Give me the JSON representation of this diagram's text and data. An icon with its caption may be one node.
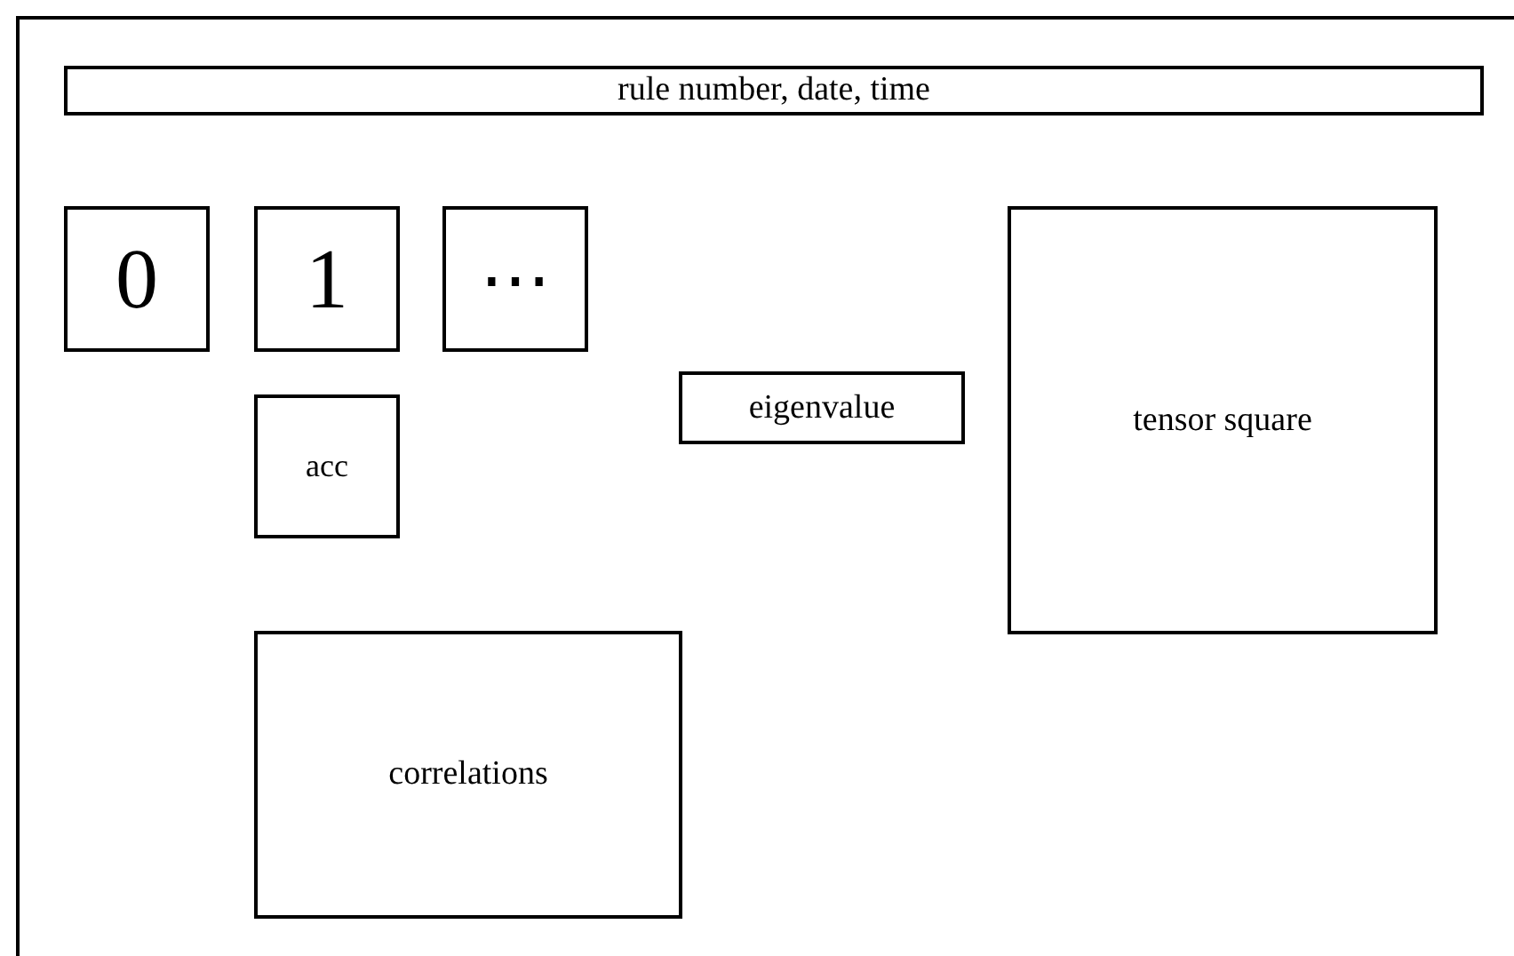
{
  "diagram": {
    "nodes": [
      {
        "text": [
          "rule number, date, time"
        ]
      },
      {
        "text": [
          "0"
        ]
      },
      {
        "text": [
          "1"
        ]
      },
      {
        "text": [
          "⋯"
        ]
      },
      {
        "text": [
          "acc"
        ]
      },
      {
        "text": [
          "eigenvalue"
        ]
      },
      {
        "text": [
          "tensor square"
        ]
      },
      {
        "text": [
          "correlations"
        ]
      }
    ]
  }
}
